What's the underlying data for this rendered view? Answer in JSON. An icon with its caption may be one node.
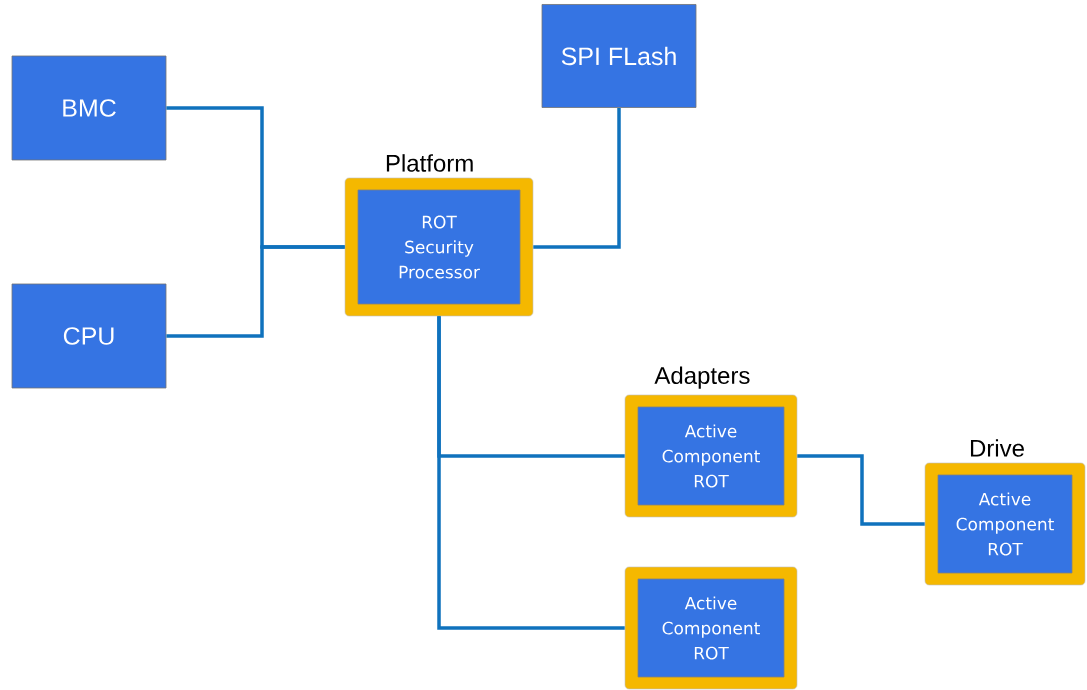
{
  "diagram": {
    "nodes": [
      {
        "text": [
          "BMC"
        ]
      },
      {
        "text": [
          "CPU"
        ]
      },
      {
        "text": [
          "SPI FLash"
        ]
      },
      {
        "text": [
          "Platform",
          "ROT Security Processor"
        ]
      },
      {
        "text": [
          "Adapters",
          "Active Component ROT"
        ]
      },
      {
        "text": [
          "Drive",
          "Active Component ROT"
        ]
      },
      {
        "text": [
          "Active Component ROT"
        ]
      }
    ],
    "edges": [
      {
        "from": 0,
        "to": 3,
        "arrow": "none"
      },
      {
        "from": 1,
        "to": 3,
        "arrow": "none"
      },
      {
        "from": 3,
        "to": 2,
        "arrow": "none"
      },
      {
        "from": 3,
        "to": 4,
        "arrow": "none"
      },
      {
        "from": 3,
        "to": 6,
        "arrow": "none"
      },
      {
        "from": 4,
        "to": 5,
        "arrow": "none"
      }
    ]
  }
}
